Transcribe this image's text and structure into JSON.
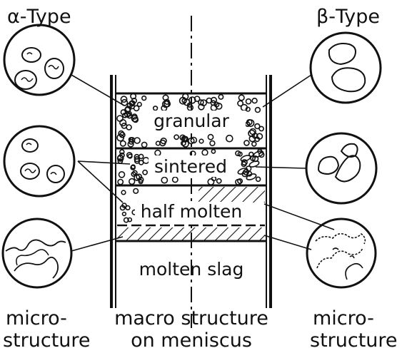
{
  "headings": {
    "alpha": "α-Type",
    "beta": "β-Type"
  },
  "layers": {
    "granular": "granular",
    "sintered": "sintered",
    "half_molten": "half molten",
    "molten": "molten slag"
  },
  "captions": {
    "left_1": "micro-",
    "left_2": "structure",
    "center_1": "macro structure",
    "center_2": "on meniscus",
    "right_1": "micro-",
    "right_2": "structure"
  }
}
